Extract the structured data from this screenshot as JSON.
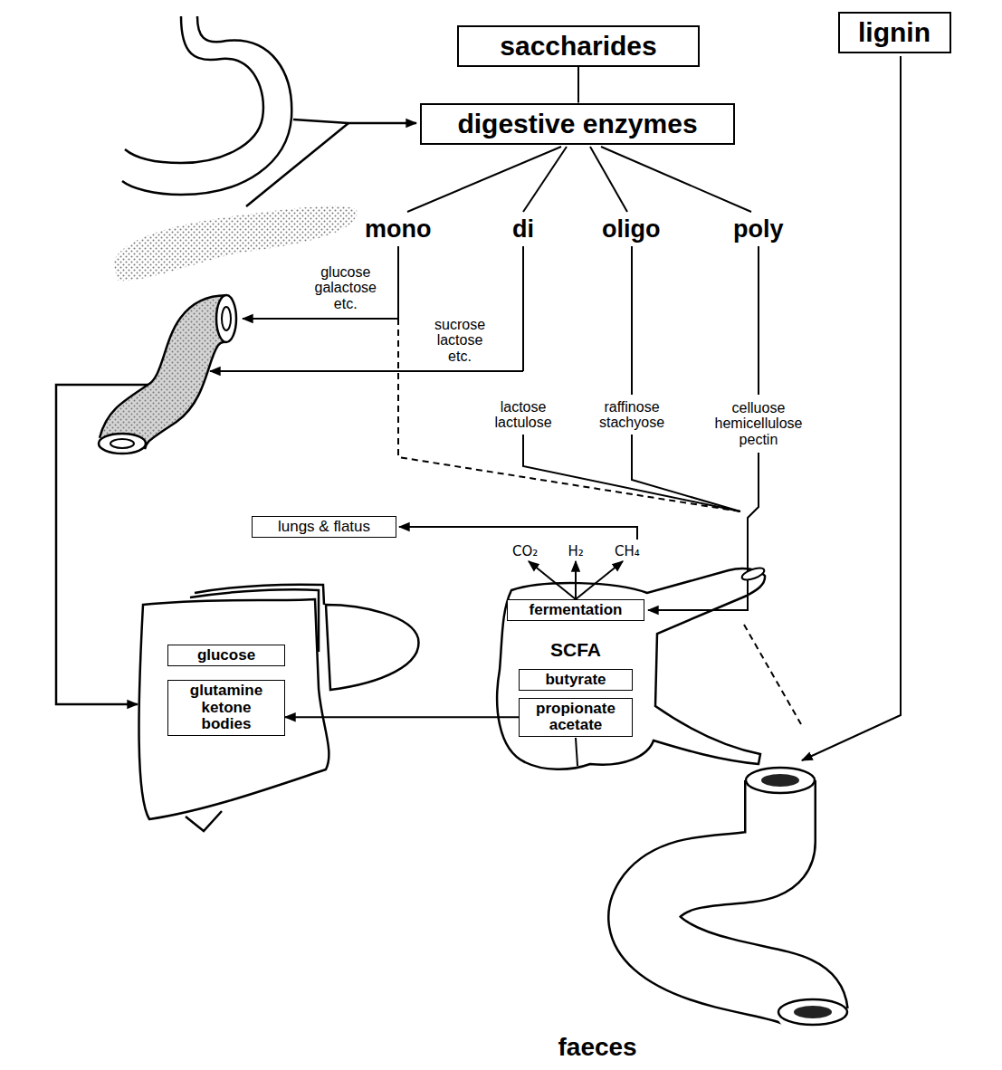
{
  "diagram": {
    "nodes": [
      {
        "text": [
          "saccharides"
        ]
      },
      {
        "text": [
          "digestive enzymes"
        ]
      },
      {
        "text": [
          "lignin"
        ]
      },
      {
        "text": [
          "lungs & flatus"
        ]
      },
      {
        "text": [
          "glucose"
        ]
      },
      {
        "text": [
          "glutamine ketone bodies"
        ]
      },
      {
        "text": [
          "SCFA"
        ]
      },
      {
        "text": [
          "fermentation"
        ],
        "in": 6
      },
      {
        "text": [
          "butyrate"
        ],
        "in": 6
      },
      {
        "text": [
          "propionate acetate"
        ],
        "in": 6
      }
    ],
    "edges": [
      {
        "from": 0,
        "to": 1,
        "arrow": "none"
      },
      {
        "from": 9,
        "to": 5,
        "arrow": "to"
      }
    ],
    "labels": [
      "mono",
      "di",
      "oligo",
      "poly",
      "glucose galactose etc.",
      "sucrose lactose etc.",
      "lactose lactulose",
      "raffinose stachyose",
      "celluose hemicellulose pectin",
      "CO₂",
      "H₂",
      "CH₄",
      "faeces"
    ]
  }
}
